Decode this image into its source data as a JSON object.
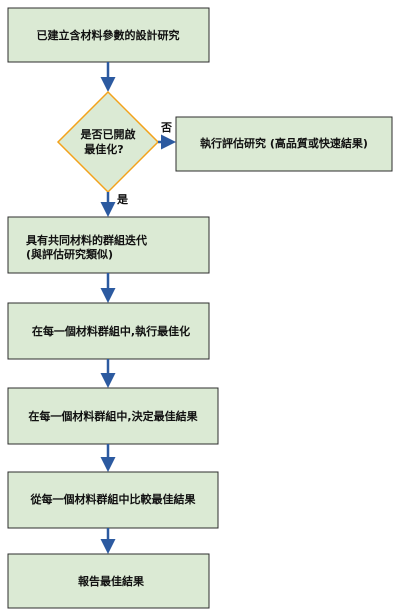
{
  "colors": {
    "box_fill": "#dbead4",
    "box_stroke": "#2d2d2d",
    "decision_stroke": "#f3a21b",
    "arrow": "#2c5aa0"
  },
  "flowchart": {
    "start": "已建立含材料參數的設計研究",
    "decision": {
      "line1": "是否已開啟",
      "line2": "最佳化?"
    },
    "no_label": "否",
    "yes_label": "是",
    "no_branch": "執行評估研究 (高品質或快速結果)",
    "iterate": {
      "line1": "具有共同材料的群組迭代",
      "line2": "(與評估研究類似)"
    },
    "optimize": "在每一個材料群組中,執行最佳化",
    "decide": "在每一個材料群組中,決定最佳結果",
    "compare": "從每一個材料群組中比較最佳結果",
    "report": "報告最佳結果"
  }
}
